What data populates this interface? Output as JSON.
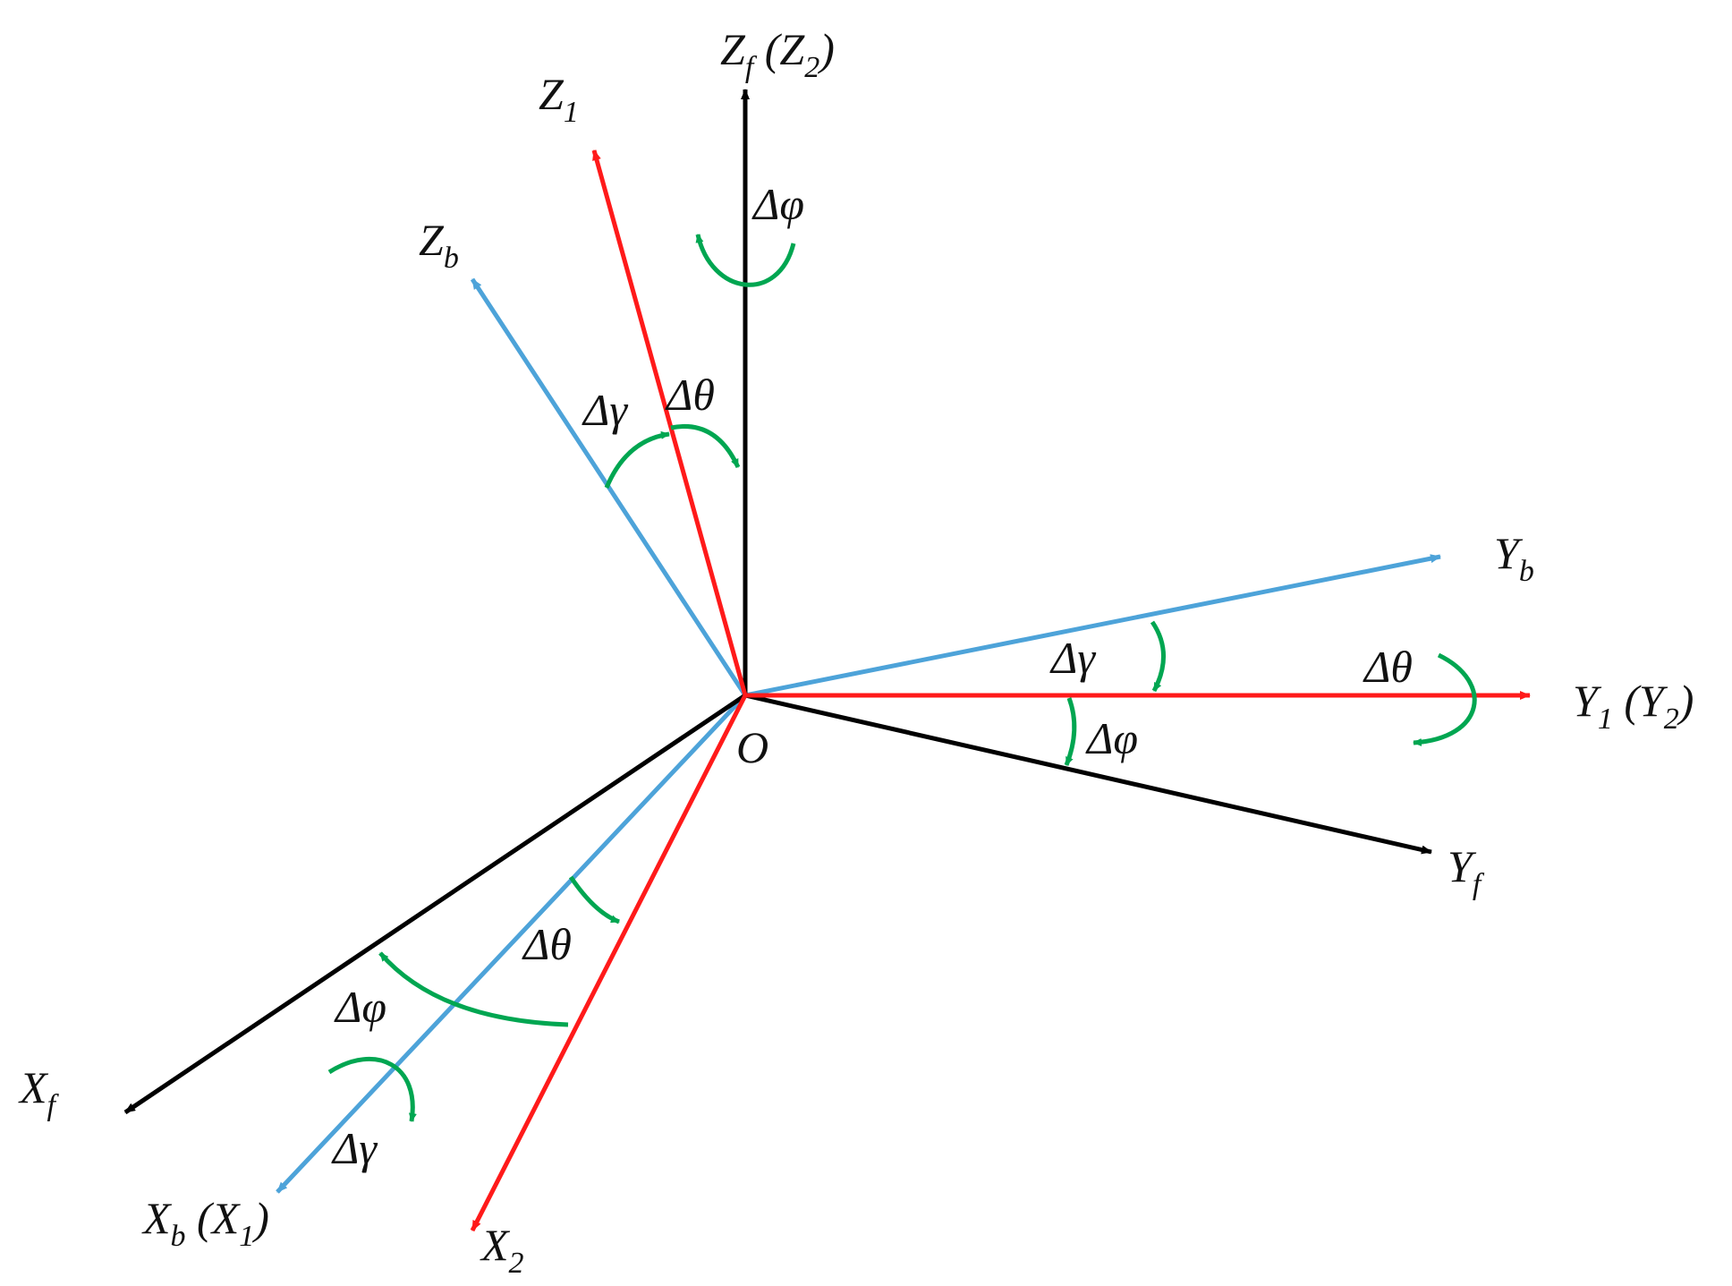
{
  "colors": {
    "fixed_frame": "#000000",
    "intermediate_frame": "#ff1a1a",
    "body_frame": "#4da3d9",
    "rotation_arrow": "#00a651"
  },
  "labels": {
    "zf_main": "Z",
    "zf_sub": "f",
    "zf_paren_open": " (Z",
    "zf_paren_sub": "2",
    "zf_paren_close": ")",
    "z1_main": "Z",
    "z1_sub": "1",
    "zb_main": "Z",
    "zb_sub": "b",
    "yb_main": "Y",
    "yb_sub": "b",
    "y1_main": "Y",
    "y1_sub": "1",
    "y1_paren_open": " (Y",
    "y1_paren_sub": "2",
    "y1_paren_close": ")",
    "yf_main": "Y",
    "yf_sub": "f",
    "xf_main": "X",
    "xf_sub": "f",
    "xb_main": "X",
    "xb_sub": "b",
    "xb_paren_open": " (X",
    "xb_paren_sub": "1",
    "xb_paren_close": ")",
    "x2_main": "X",
    "x2_sub": "2",
    "origin": "O"
  },
  "angles": {
    "delta_phi": "Δφ",
    "delta_theta": "Δθ",
    "delta_gamma": "Δγ"
  }
}
